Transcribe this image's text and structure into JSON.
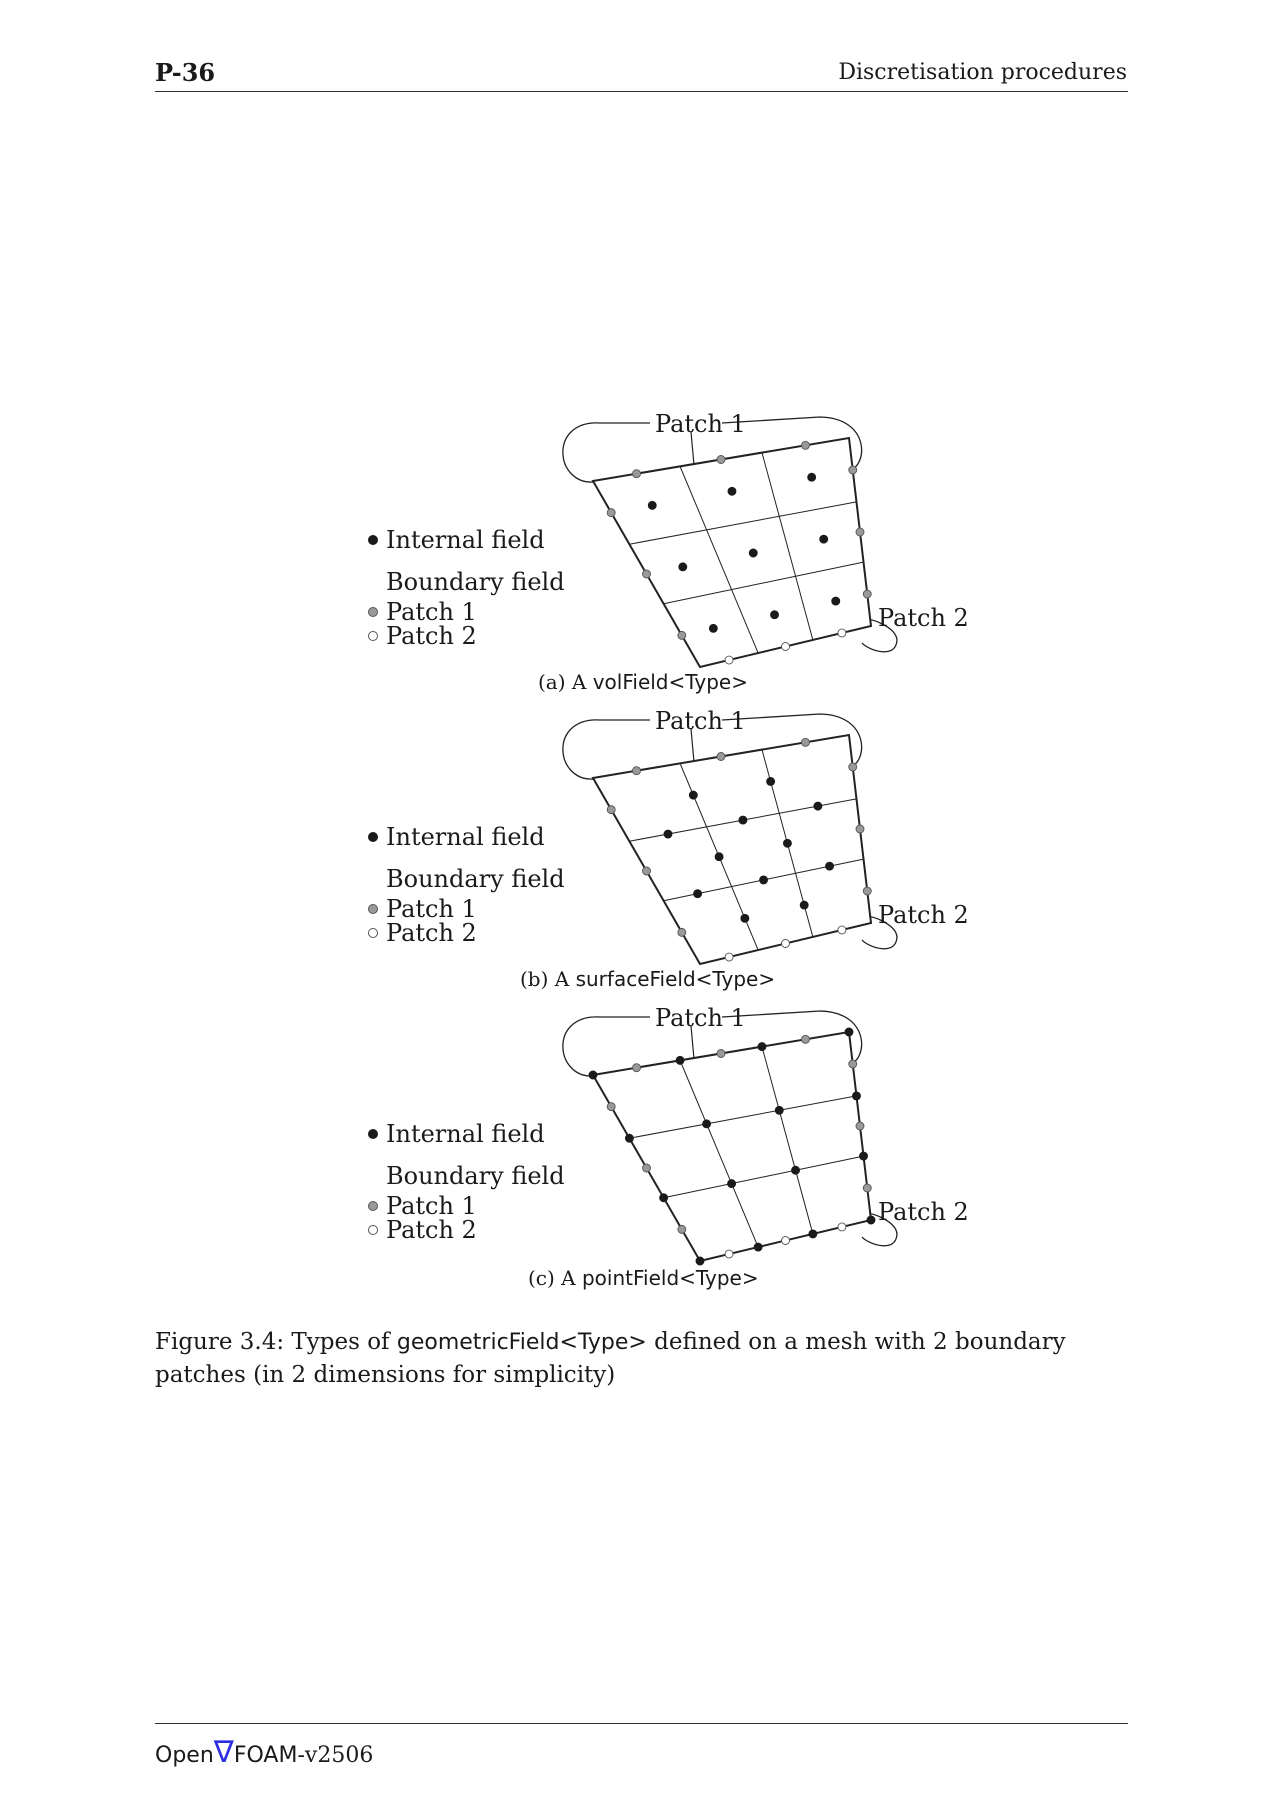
{
  "header": {
    "page_number": "P-36",
    "section_title": "Discretisation procedures"
  },
  "panels": [
    {
      "id": "a",
      "tag": "(a) A",
      "field_name": "volField<Type>"
    },
    {
      "id": "b",
      "tag": "(b) A",
      "field_name": "surfaceField<Type>"
    },
    {
      "id": "c",
      "tag": "(c) A",
      "field_name": "pointField<Type>"
    }
  ],
  "legend": {
    "internal": "Internal field",
    "boundary": "Boundary field",
    "patch1": "Patch 1",
    "patch2": "Patch 2"
  },
  "labels": {
    "patch1": "Patch 1",
    "patch2": "Patch 2"
  },
  "figure_caption": {
    "prefix": "Figure 3.4: Types of",
    "field": "geometricField<Type>",
    "suffix": "defined on a mesh with 2 boundary patches (in 2 dimensions for simplicity)"
  },
  "footer": {
    "open": "Open",
    "nabla": "∇",
    "foam": "FOAM",
    "version": "-v2506"
  },
  "colors": {
    "internal": "#1a1a1a",
    "patch1": "#999999",
    "patch2": "#ffffff",
    "nabla": "#2d2fe0"
  }
}
